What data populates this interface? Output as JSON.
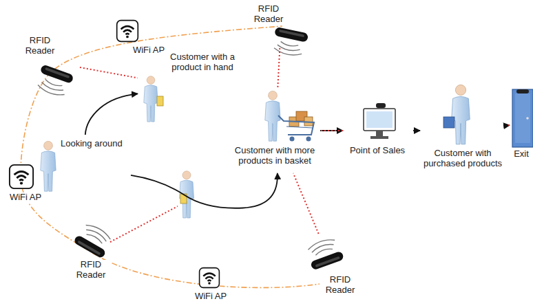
{
  "diagram": {
    "nodes": [
      {
        "text": [
          "RFID Reader"
        ]
      },
      {
        "text": [
          "WiFi AP"
        ]
      },
      {
        "text": [
          "RFID Reader"
        ]
      },
      {
        "text": [
          "Customer with a product in hand"
        ]
      },
      {
        "text": [
          "Looking around"
        ]
      },
      {
        "text": [
          "WiFi AP"
        ]
      },
      {
        "text": [
          "Customer with more products in basket"
        ]
      },
      {
        "text": [
          "RFID Reader"
        ]
      },
      {
        "text": [
          "WiFi AP"
        ]
      },
      {
        "text": [
          "RFID Reader"
        ]
      },
      {
        "text": [
          "Point of Sales"
        ]
      },
      {
        "text": [
          "Customer with purchased products"
        ]
      },
      {
        "text": [
          "Exit"
        ]
      }
    ],
    "edges": [
      {
        "from": 4,
        "to": 3,
        "arrow": "to"
      },
      {
        "from": 4,
        "to": 6,
        "arrow": "to"
      },
      {
        "from": 6,
        "to": 10,
        "arrow": "to"
      },
      {
        "from": 10,
        "to": 11,
        "arrow": "to"
      },
      {
        "from": 11,
        "to": 12,
        "arrow": "to"
      },
      {
        "from": 0,
        "to": 3,
        "arrow": "none"
      },
      {
        "from": 2,
        "to": 6,
        "arrow": "none"
      },
      {
        "from": 9,
        "to": 6,
        "arrow": "none"
      },
      {
        "from": 10,
        "to": 6,
        "arrow": "none"
      },
      {
        "from": 12,
        "to": 11,
        "arrow": "none"
      }
    ]
  }
}
